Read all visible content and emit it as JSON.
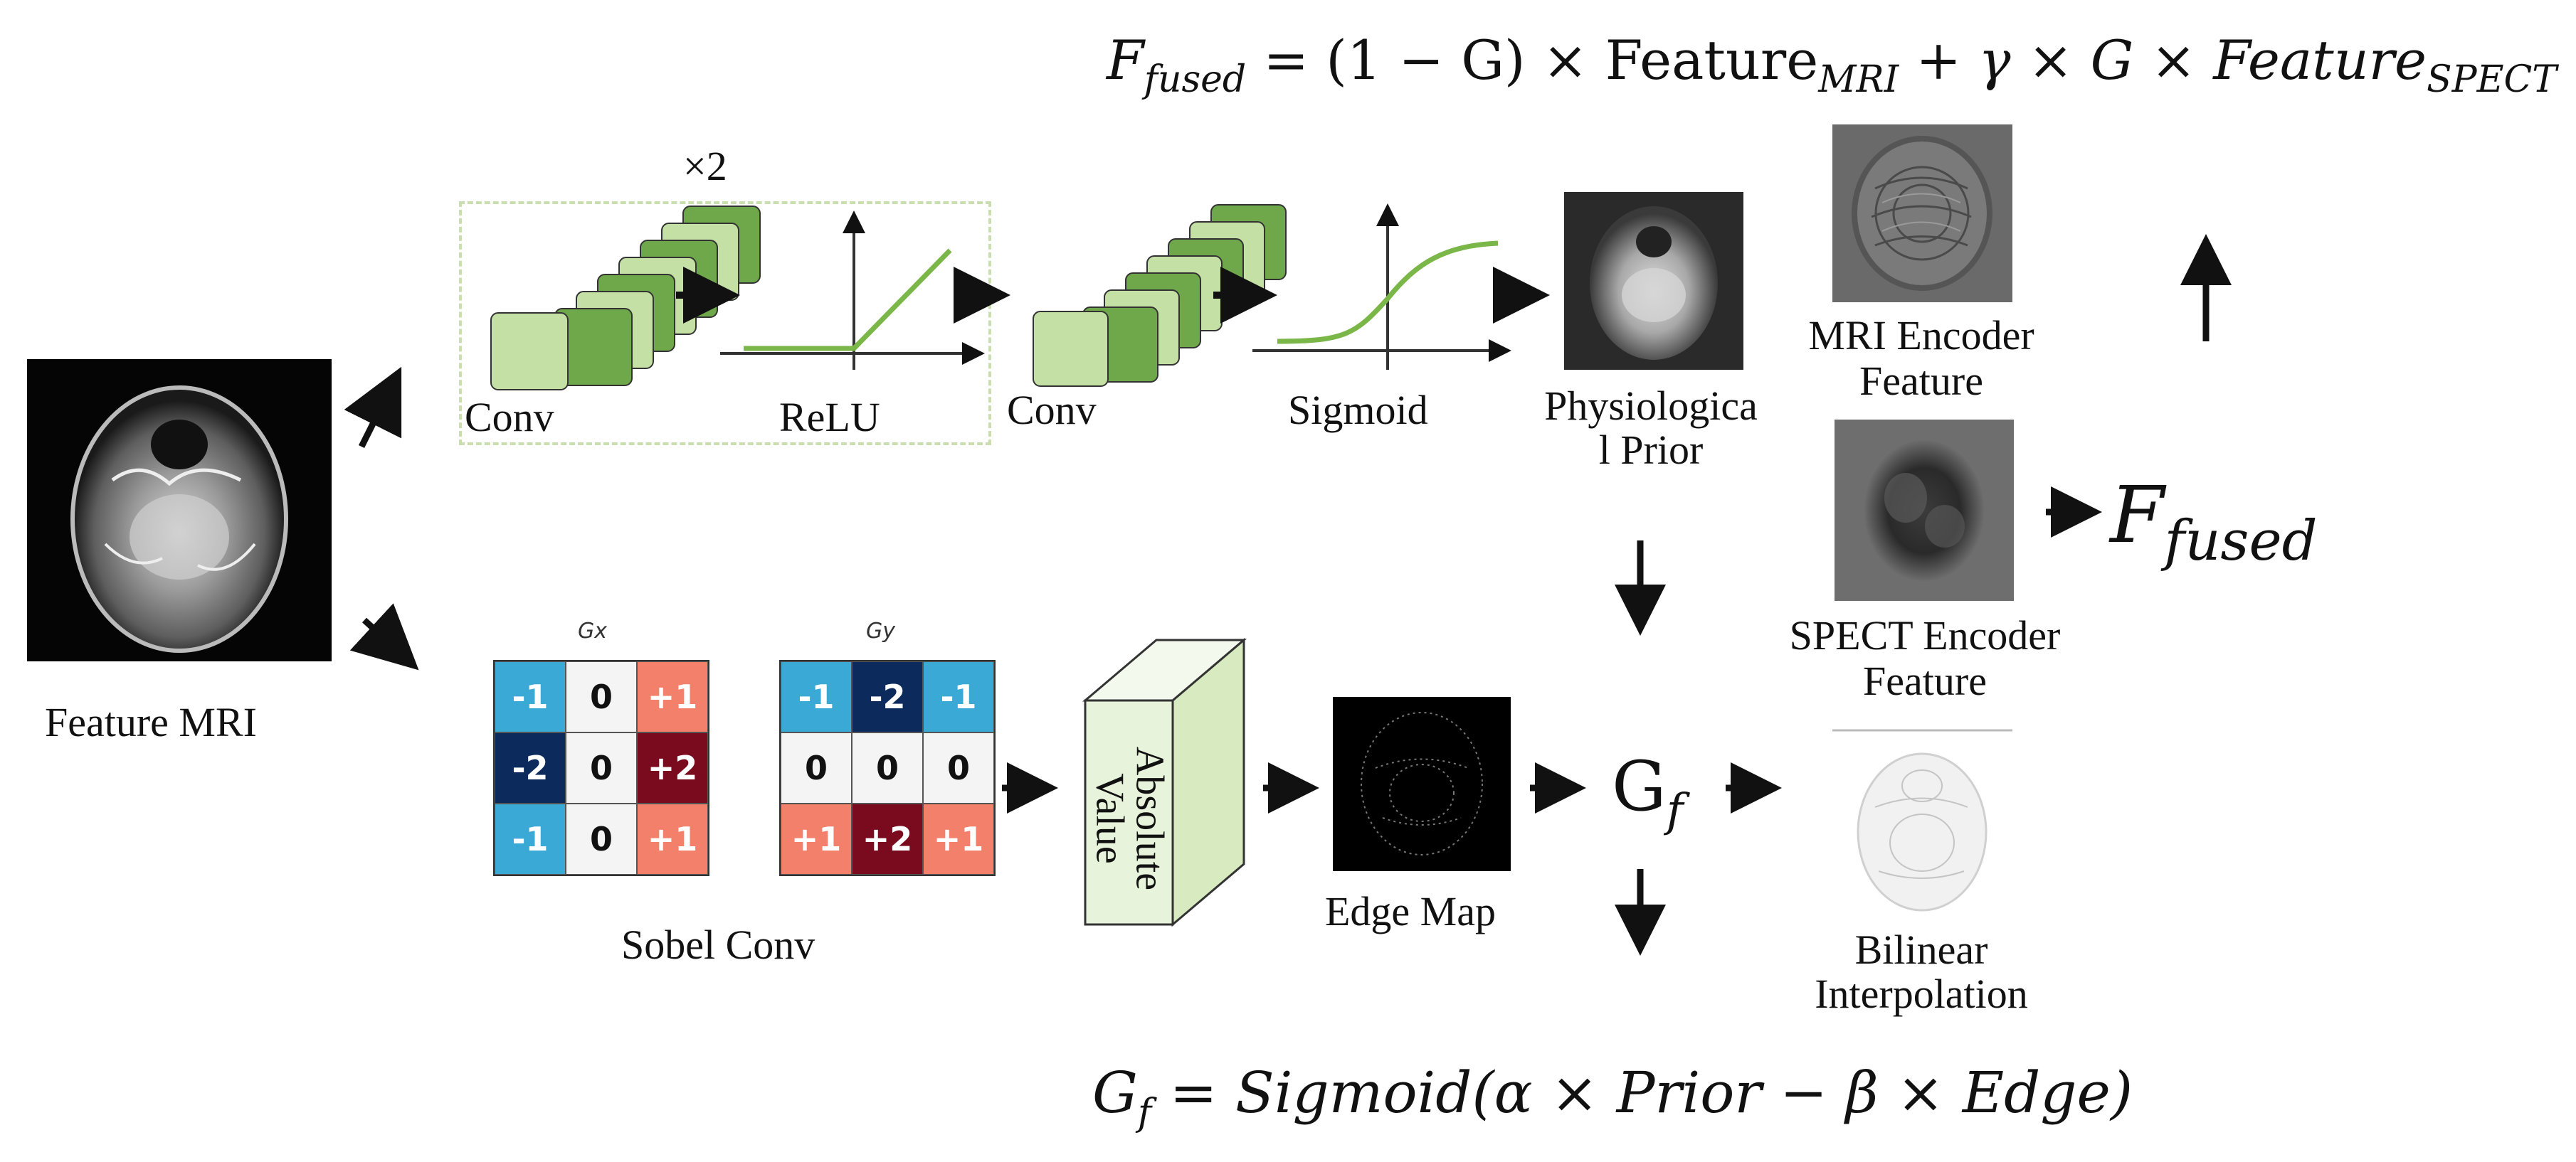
{
  "formula_top": {
    "lhs": "F",
    "lhs_sub": "fused",
    "mid": " = (1 − G) × Feature",
    "mid_sub": "MRI",
    "rest": " + γ × G × Feature",
    "rest_sub": "SPECT"
  },
  "formula_bottom": {
    "lhs": "G",
    "lhs_sub": "f",
    "rhs": " = Sigmoid(α × Prior − β × Edge)"
  },
  "repeat_label": "×2",
  "labels": {
    "feature_mri": "Feature MRI",
    "conv1": "Conv",
    "relu": "ReLU",
    "conv2": "Conv",
    "sigmoid": "Sigmoid",
    "prior_line1": "Physiologica",
    "prior_line2": "l Prior",
    "mri_enc_line1": "MRI Encoder",
    "mri_enc_line2": "Feature",
    "spect_enc_line1": "SPECT Encoder",
    "spect_enc_line2": "Feature",
    "sobel": "Sobel Conv",
    "absolute_line1": "Absolute",
    "absolute_line2": "Value",
    "edge_map": "Edge Map",
    "gf_main": "G",
    "gf_sub": "f",
    "bilinear_line1": "Bilinear",
    "bilinear_line2": "Interpolation",
    "ffused_main": "F",
    "ffused_sub": "fused"
  },
  "kernels": {
    "gx": {
      "name": "Gx",
      "cells": [
        "-1",
        "0",
        "+1",
        "-2",
        "0",
        "+2",
        "-1",
        "0",
        "+1"
      ],
      "colors": [
        "#3aa9d6",
        "#f4f4f4",
        "#f2806a",
        "#0c2a5c",
        "#f4f4f4",
        "#7a0a1e",
        "#3aa9d6",
        "#f4f4f4",
        "#f2806a"
      ]
    },
    "gy": {
      "name": "Gy",
      "cells": [
        "-1",
        "-2",
        "-1",
        "0",
        "0",
        "0",
        "+1",
        "+2",
        "+1"
      ],
      "colors": [
        "#3aa9d6",
        "#0c2a5c",
        "#3aa9d6",
        "#f4f4f4",
        "#f4f4f4",
        "#f4f4f4",
        "#f2806a",
        "#7a0a1e",
        "#f2806a"
      ]
    }
  },
  "colors": {
    "conv_light": "#c5e0a5",
    "conv_dark": "#6ea84a",
    "curve": "#7ab648",
    "dashed": "#c9dfb0",
    "box_face": "#e8f3dc"
  }
}
